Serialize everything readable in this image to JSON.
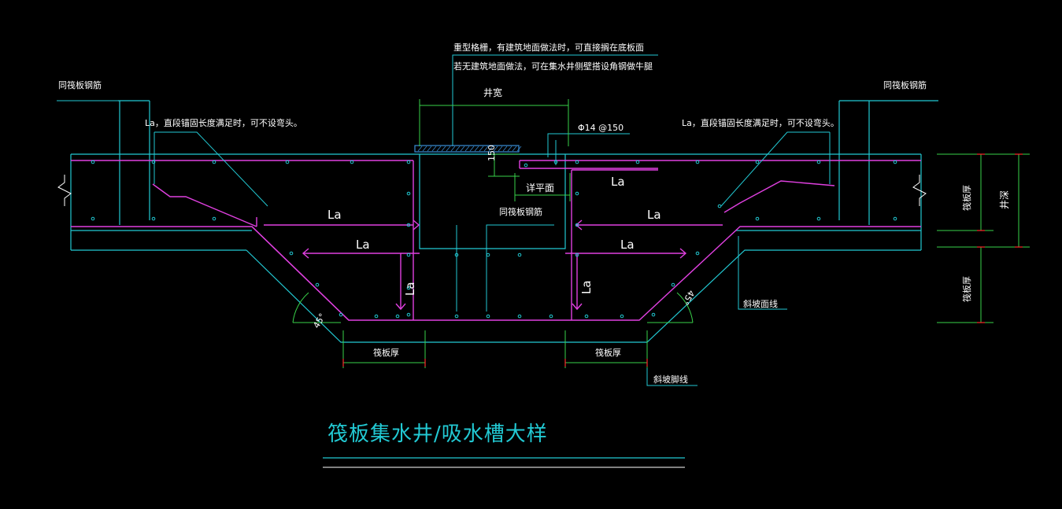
{
  "title": "筏板集水井/吸水槽大样",
  "notes": {
    "top_line1": "重型格栅，有建筑地面做法时，可直接搁在底板面",
    "top_line2": "若无建筑地面做法，可在集水井侧壁搭设角钢做牛腿",
    "left_anchor": "La，直段锚固长度满足时，可不设弯头。",
    "right_anchor": "La，直段锚固长度满足时，可不设弯头。"
  },
  "labels": {
    "same_rebar_left": "同筏板钢筋",
    "same_rebar_right": "同筏板钢筋",
    "same_rebar_center": "同筏板钢筋",
    "well_width": "井宽",
    "rebar_spec": "Φ14 @150",
    "dim_150": "150",
    "detail_plan": "详平面",
    "raft_thick_bottom_left": "筏板厚",
    "raft_thick_bottom_right": "筏板厚",
    "raft_thick_side_top": "筏板厚",
    "raft_thick_side_bottom": "筏板厚",
    "well_depth": "井深",
    "slope_top_line": "斜坡面线",
    "slope_bottom_line": "斜坡脚线",
    "angle_left": "45°",
    "angle_right": "45°",
    "la": "La"
  },
  "colors": {
    "background": "#000000",
    "concrete": "#22c9d3",
    "rebar": "#e040e0",
    "dimension": "#39d24a",
    "text": "#ffffff",
    "tick": "#ff2a2a",
    "cover": "#3a8fd8"
  }
}
